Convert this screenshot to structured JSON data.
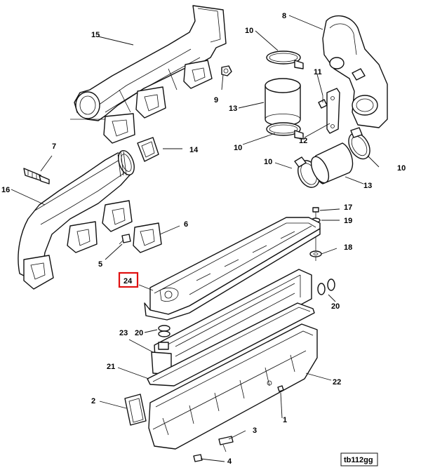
{
  "figure": {
    "id_label": "tb112gg"
  },
  "highlight": {
    "label": "24",
    "color": "#e01010"
  },
  "callouts": {
    "c1": "1",
    "c2": "2",
    "c3": "3",
    "c4": "4",
    "c5": "5",
    "c6": "6",
    "c7": "7",
    "c8": "8",
    "c9": "9",
    "c10a": "10",
    "c10b": "10",
    "c10c": "10",
    "c10d": "10",
    "c11": "11",
    "c12": "12",
    "c13a": "13",
    "c13b": "13",
    "c14": "14",
    "c15": "15",
    "c16": "16",
    "c17": "17",
    "c18": "18",
    "c19": "19",
    "c20a": "20",
    "c20b": "20",
    "c21": "21",
    "c22": "22",
    "c23": "23"
  }
}
